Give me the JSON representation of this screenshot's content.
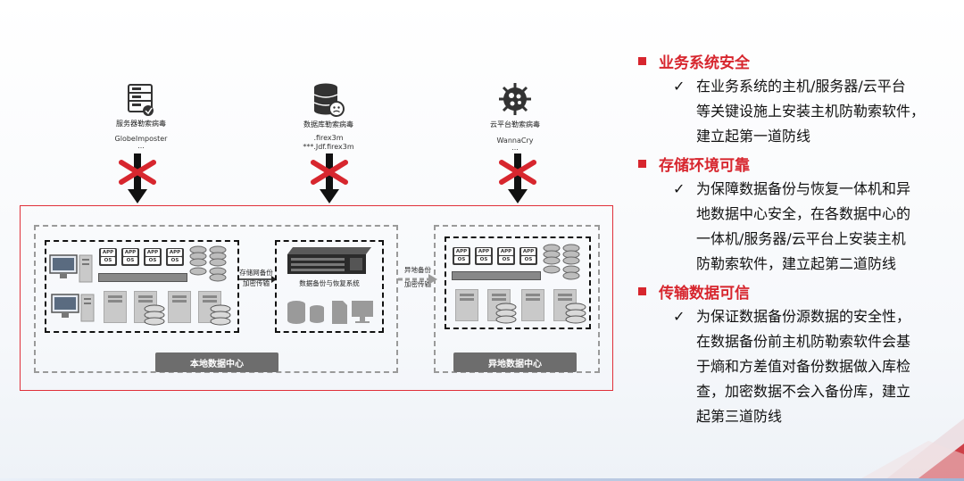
{
  "threats": [
    {
      "name": "服务器勒索病毒",
      "ext": "GlobeImposter",
      "more": "..."
    },
    {
      "name": "数据库勒索病毒",
      "ext": ".firex3m\n***.Jdf.firex3m",
      "more": "..."
    },
    {
      "name": "云平台勒索病毒",
      "ext": "WannaCry",
      "more": "..."
    }
  ],
  "diagram": {
    "local_dc_label": "本地数据中心",
    "remote_dc_label": "异地数据中心",
    "backup_system_label": "数据备份与恢复系统",
    "arrow1_line1": "存储网备份",
    "arrow1_line2": "加密传输",
    "arrow2_line1": "异地备份",
    "arrow2_line2": "加密传输",
    "chip_app": "APP",
    "chip_os": "OS"
  },
  "sections": [
    {
      "title": "业务系统安全",
      "text": "在业务系统的主机/服务器/云平台等关键设施上安装主机防勒索软件，建立起第一道防线",
      "lines": [
        "在业务系统的主机/服务器/云平台",
        "等关键设施上安装主机防勒索软件，",
        "建立起第一道防线"
      ]
    },
    {
      "title": "存储环境可靠",
      "lines": [
        "为保障数据备份与恢复一体机和异",
        "地数据中心安全，在各数据中心的",
        "一体机/服务器/云平台上安装主机",
        "防勒索软件，建立起第二道防线"
      ]
    },
    {
      "title": "传输数据可信",
      "lines": [
        "为保证数据备份源数据的安全性，",
        "在数据备份前主机防勒索软件会基",
        "于熵和方差值对备份数据做入库检",
        "查，加密数据不会入备份库，建立",
        "起第三道防线"
      ]
    }
  ],
  "colors": {
    "accent": "#d7262e",
    "frame": "#e0303a",
    "label_bar": "#6d6d6d"
  },
  "icons": [
    "server-icon",
    "database-virus-icon",
    "cloud-virus-icon",
    "block-x-icon",
    "check-icon",
    "monitor-icon",
    "disk-stack-icon",
    "rack-server-icon"
  ]
}
